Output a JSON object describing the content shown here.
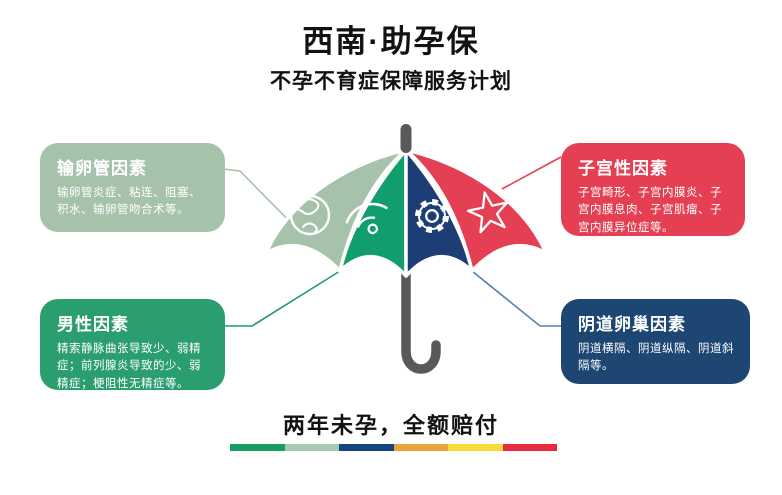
{
  "header": {
    "title": "西南·助孕保",
    "subtitle": "不孕不育症保障服务计划"
  },
  "factors": [
    {
      "title": "输卵管因素",
      "body": "输卵管炎症、粘连、阻塞、积水、输卵管吻合术等。",
      "color": "#a6c2ab"
    },
    {
      "title": "子宫性因素",
      "body": "子宫畸形、子宫内膜炎、子宫内膜息肉、子宫肌瘤、子宫内膜异位症等。",
      "color": "#e43f52"
    },
    {
      "title": "男性因素",
      "body": "精索静脉曲张导致少、弱精症；前列腺炎导致的少、弱精症；梗阻性无精症等。",
      "color": "#2b9e70"
    },
    {
      "title": "阴道卵巢因素",
      "body": "阴道横隔、阴道纵隔、阴道斜隔等。",
      "color": "#1d4673"
    }
  ],
  "connectors": [
    {
      "color": "#a6c2ab"
    },
    {
      "color": "#e43f52"
    },
    {
      "color": "#1f9d6b"
    },
    {
      "color": "#567fae"
    }
  ],
  "umbrella": {
    "shaft_color": "#58595b",
    "panels": [
      {
        "name": "tubal-panel",
        "color": "#a6c2ab",
        "icon": "globe-icon"
      },
      {
        "name": "male-panel",
        "color": "#119e6c",
        "icon": "wifi-icon"
      },
      {
        "name": "vaginal-panel",
        "color": "#1c3e75",
        "icon": "gear-icon"
      },
      {
        "name": "uterine-panel",
        "color": "#e43f52",
        "icon": "star-icon"
      }
    ]
  },
  "footer": {
    "tagline": "两年未孕，全额赔付",
    "bar_colors": [
      "#179c63",
      "#a5c9b2",
      "#14477e",
      "#eba33a",
      "#f6dc3a",
      "#e8293e"
    ]
  }
}
